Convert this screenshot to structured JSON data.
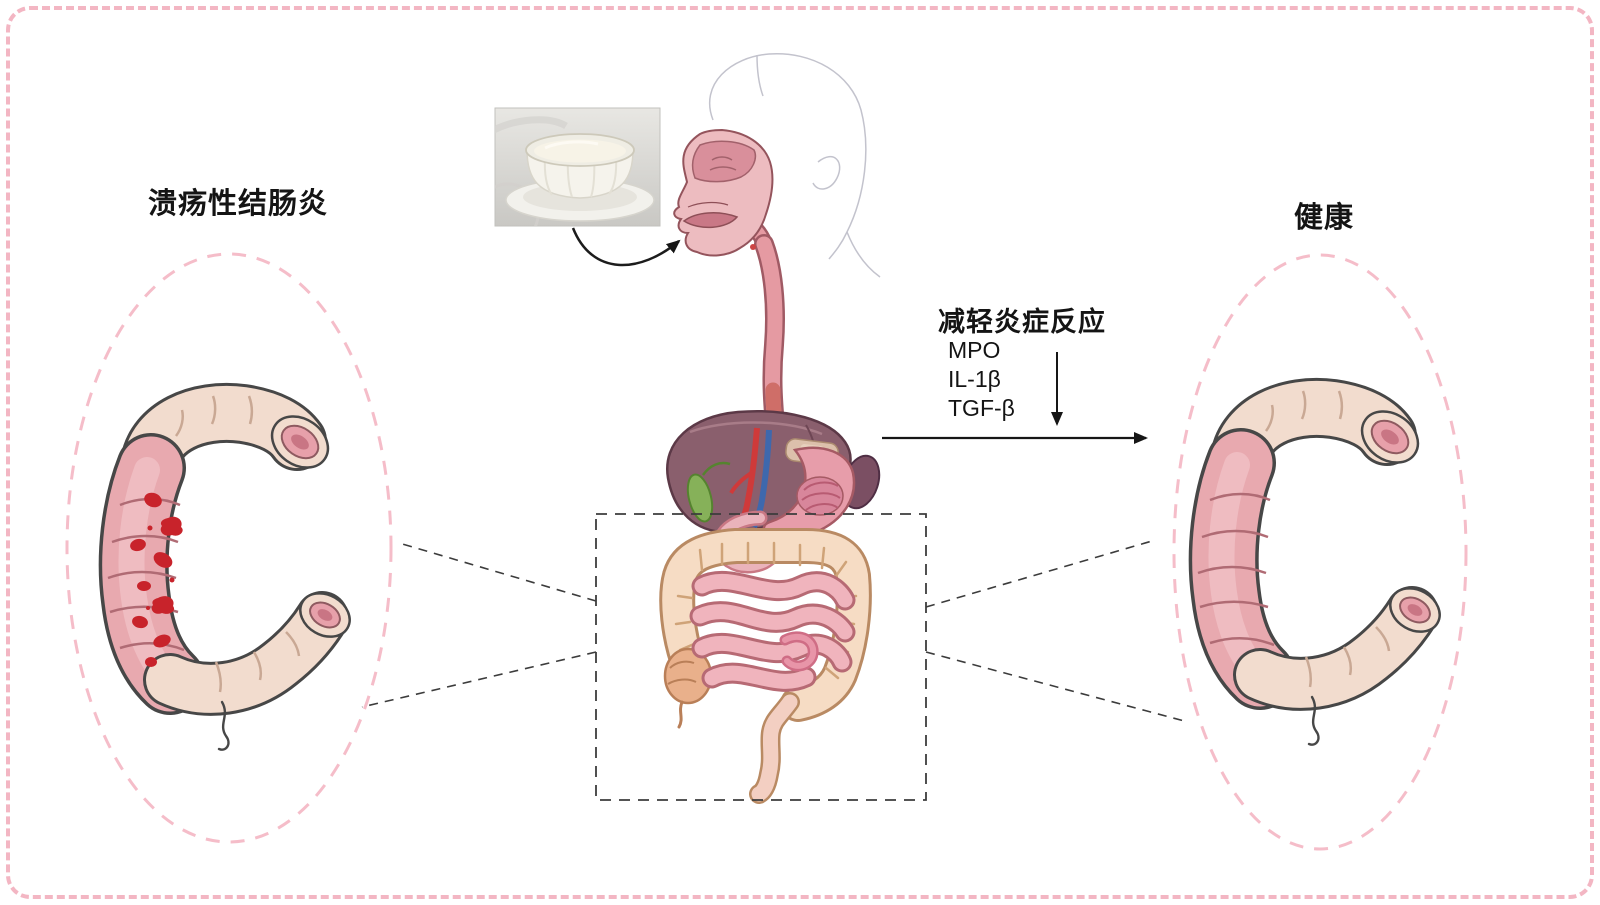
{
  "labels": {
    "left_condition": "溃疡性结肠炎",
    "right_condition": "健康",
    "effect_heading": "减轻炎症反应",
    "markers": [
      "MPO",
      "IL-1β",
      "TGF-β"
    ]
  },
  "colors": {
    "border_pink": "#f3b6c3",
    "ellipse_pink": "#f5bdc9",
    "dashed_line_dark": "#3c3c3c",
    "arrow_black": "#161616",
    "colon_cream": "#f2dcce",
    "colon_pink": "#e8a9af",
    "ulcer_red": "#c8232b",
    "liver_mauve": "#8a5f6d",
    "stomach_pink": "#e79daa",
    "gallbladder_green": "#86b159",
    "large_intestine_cream": "#f6dcc4",
    "small_intestine_pink": "#f0b4bd"
  },
  "illustrations": {
    "left_figure": "inflamed-colon-with-ulcers",
    "right_figure": "healthy-colon",
    "center_figure": "human-digestive-system",
    "photo": "white-bowl-of-fermented-food"
  }
}
